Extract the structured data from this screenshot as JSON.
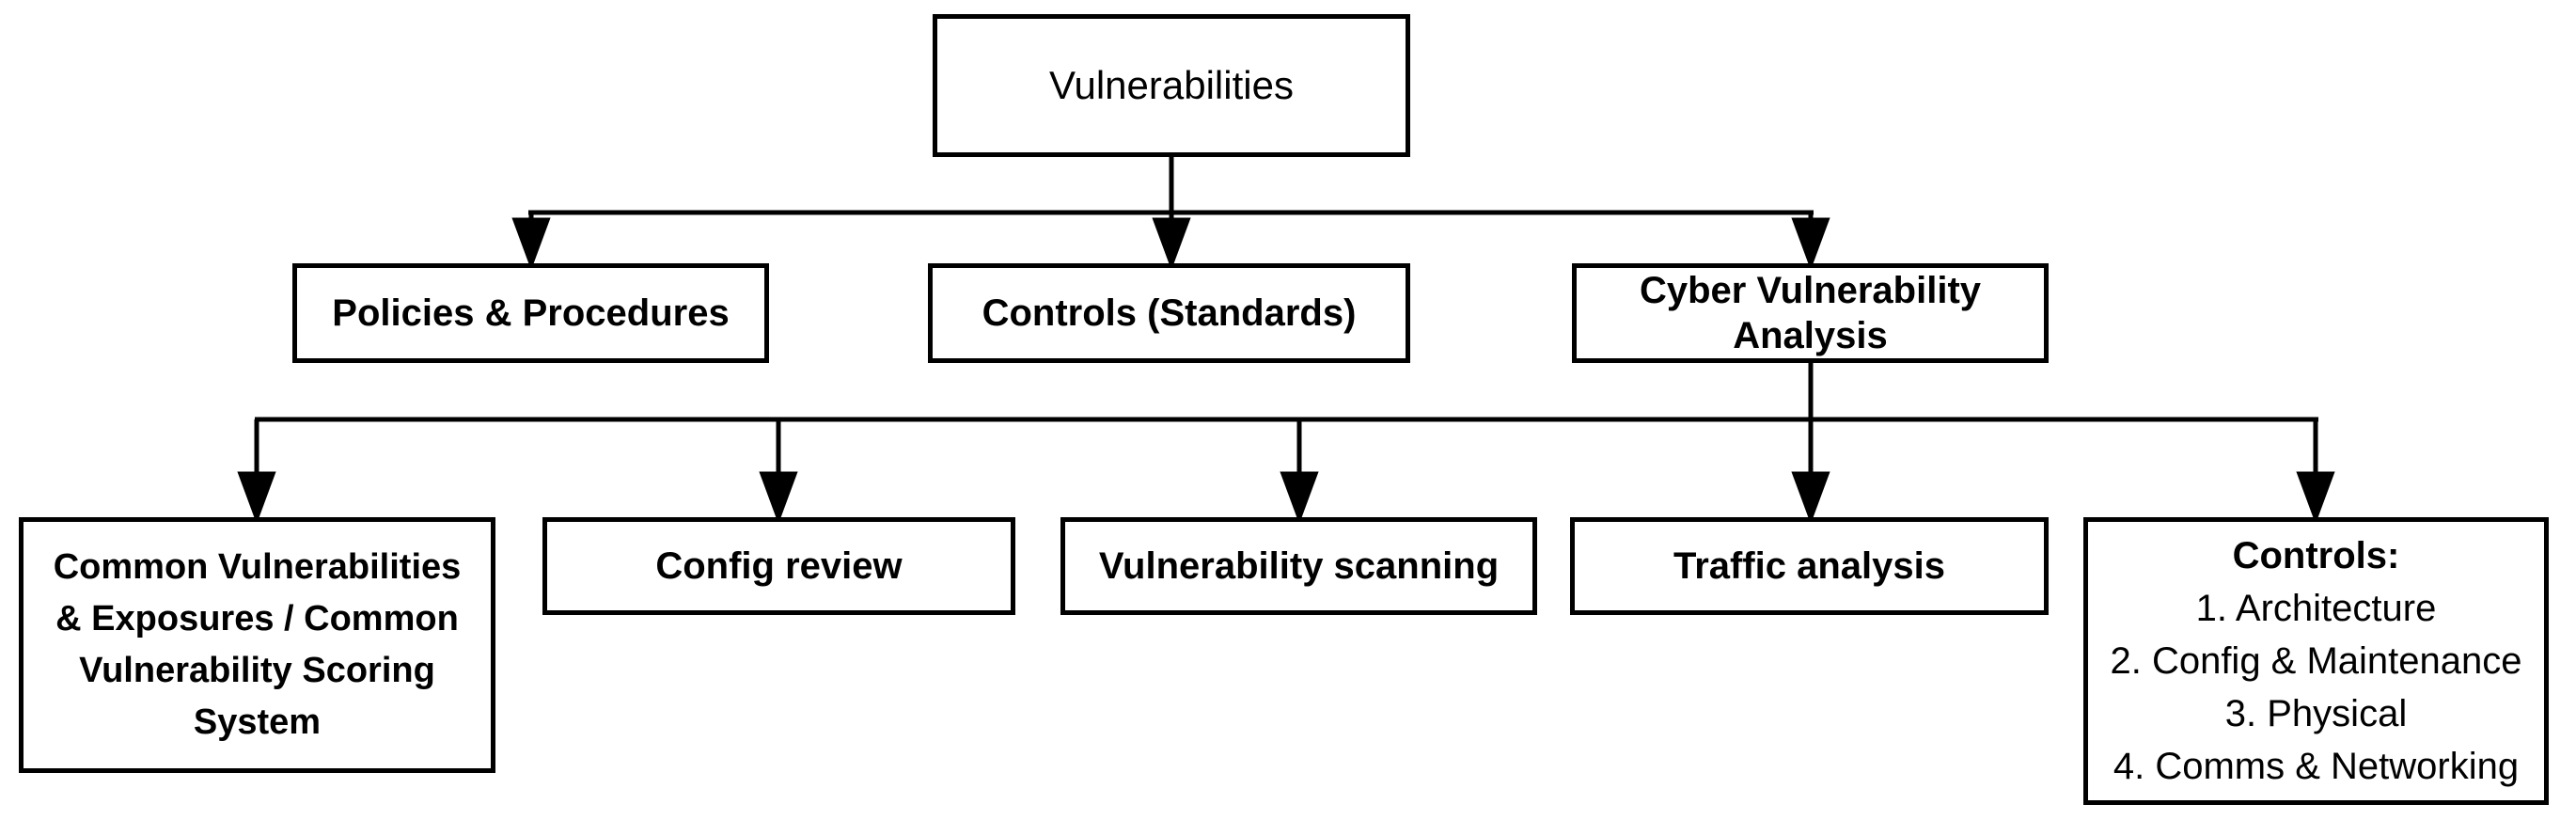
{
  "colors": {
    "background": "#ffffff",
    "line": "#000000",
    "box_border": "#000000",
    "text": "#000000"
  },
  "diagram": {
    "root": {
      "label": "Vulnerabilities"
    },
    "level2": [
      {
        "id": "policies",
        "label": "Policies & Procedures"
      },
      {
        "id": "standards",
        "label": "Controls (Standards)"
      },
      {
        "id": "cyber",
        "label": "Cyber Vulnerability\nAnalysis"
      }
    ],
    "level3": [
      {
        "id": "cve-cvss",
        "label": "Common Vulnerabilities\n& Exposures / Common\nVulnerability Scoring\nSystem"
      },
      {
        "id": "config-review",
        "label": "Config review"
      },
      {
        "id": "vuln-scanning",
        "label": "Vulnerability scanning"
      },
      {
        "id": "traffic-analysis",
        "label": "Traffic analysis"
      },
      {
        "id": "controls",
        "title": "Controls:",
        "items": [
          "1. Architecture",
          "2. Config & Maintenance",
          "3. Physical",
          "4. Comms & Networking"
        ]
      }
    ]
  }
}
